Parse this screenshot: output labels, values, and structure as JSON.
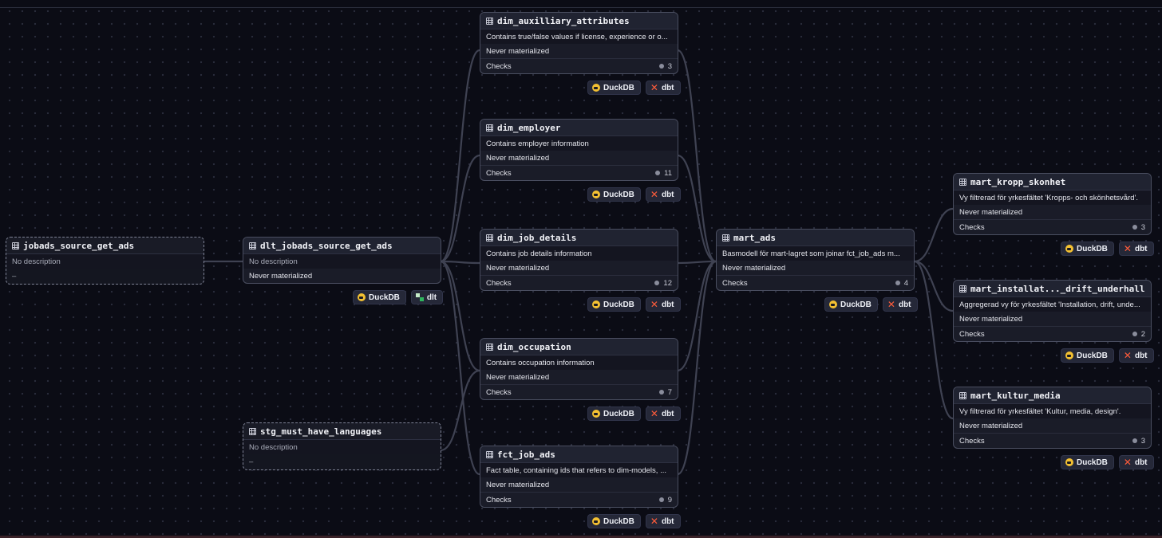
{
  "nodes": {
    "jobads_source": {
      "title": "jobads_source_get_ads",
      "desc": "No description",
      "dash": "–"
    },
    "dlt_jobads": {
      "title": "dlt_jobads_source_get_ads",
      "desc": "No description",
      "status": "Never materialized"
    },
    "stg_langs": {
      "title": "stg_must_have_languages",
      "desc": "No description",
      "dash": "–"
    },
    "dim_aux": {
      "title": "dim_auxilliary_attributes",
      "desc": "Contains true/false values if license, experience or o...",
      "status": "Never materialized",
      "checks_label": "Checks",
      "checks": "3"
    },
    "dim_employer": {
      "title": "dim_employer",
      "desc": "Contains employer information",
      "status": "Never materialized",
      "checks_label": "Checks",
      "checks": "11"
    },
    "dim_job_details": {
      "title": "dim_job_details",
      "desc": "Contains job details information",
      "status": "Never materialized",
      "checks_label": "Checks",
      "checks": "12"
    },
    "dim_occupation": {
      "title": "dim_occupation",
      "desc": "Contains occupation information",
      "status": "Never materialized",
      "checks_label": "Checks",
      "checks": "7"
    },
    "fct_job_ads": {
      "title": "fct_job_ads",
      "desc": "Fact table, containing ids that refers to dim-models, ...",
      "status": "Never materialized",
      "checks_label": "Checks",
      "checks": "9"
    },
    "mart_ads": {
      "title": "mart_ads",
      "desc": "Basmodell för mart-lagret som joinar fct_job_ads m...",
      "status": "Never materialized",
      "checks_label": "Checks",
      "checks": "4"
    },
    "mart_kropp": {
      "title": "mart_kropp_skonhet",
      "desc": "Vy filtrerad för yrkesfältet 'Kropps- och skönhetsvård'.",
      "status": "Never materialized",
      "checks_label": "Checks",
      "checks": "3"
    },
    "mart_install": {
      "title": "mart_installat..._drift_underhall",
      "desc": "Aggregerad vy för yrkesfältet 'Installation, drift, unde...",
      "status": "Never materialized",
      "checks_label": "Checks",
      "checks": "2"
    },
    "mart_kultur": {
      "title": "mart_kultur_media",
      "desc": "Vy filtrerad för yrkesfältet 'Kultur, media, design'.",
      "status": "Never materialized",
      "checks_label": "Checks",
      "checks": "3"
    }
  },
  "badges": {
    "duckdb": "DuckDB",
    "dbt": "dbt",
    "dlt": "dlt"
  },
  "icons": {
    "table": "table-icon",
    "duckdb": "duckdb-icon",
    "dbt": "dbt-icon",
    "dlt": "dlt-icon"
  },
  "colors": {
    "background": "#0b0c15",
    "node": "#1a1c28",
    "edge": "#3f4252",
    "duckdb": "#f3c032",
    "dbt": "#ff5c3a",
    "dlt": "#2fb55e"
  }
}
